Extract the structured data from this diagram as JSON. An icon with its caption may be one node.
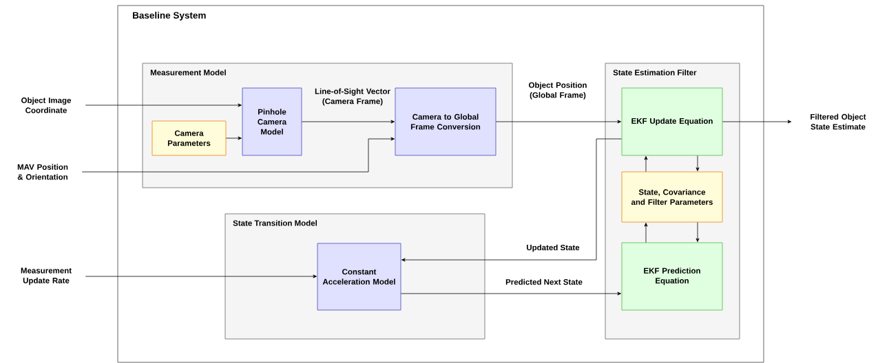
{
  "diagram": {
    "nodes": [
      {
        "text": [
          "Baseline System"
        ]
      },
      {
        "text": [
          "Measurement Model"
        ],
        "in": 0
      },
      {
        "text": [
          "Camera Parameters"
        ],
        "in": 1
      },
      {
        "text": [
          "Pinhole Camera Model"
        ],
        "in": 1
      },
      {
        "text": [
          "Camera to Global Frame Conversion"
        ],
        "in": 1
      },
      {
        "text": [
          "State Transition Model"
        ],
        "in": 0
      },
      {
        "text": [
          "Constant Acceleration Model"
        ],
        "in": 5
      },
      {
        "text": [
          "State Estimation Filter"
        ],
        "in": 0
      },
      {
        "text": [
          "EKF Update Equation"
        ],
        "in": 7
      },
      {
        "text": [
          "State, Covariance and Filter Parameters"
        ],
        "in": 7
      },
      {
        "text": [
          "EKF Prediction Equation"
        ],
        "in": 7
      },
      {
        "text": [
          "Object Image Coordinate"
        ]
      },
      {
        "text": [
          "MAV Position & Orientation"
        ]
      },
      {
        "text": [
          "Measurement Update Rate"
        ]
      },
      {
        "text": [
          "Filtered Object State Estimate"
        ]
      }
    ],
    "edges": [
      {
        "from": 11,
        "to": 3,
        "arrow": "to"
      },
      {
        "from": 2,
        "to": 3,
        "arrow": "to"
      },
      {
        "from": 12,
        "to": 4,
        "arrow": "to"
      },
      {
        "from": 3,
        "to": 4,
        "arrow": "to",
        "label": "Line-of-Sight Vector (Camera Frame)"
      },
      {
        "from": 4,
        "to": 8,
        "arrow": "to",
        "label": "Object Position (Global Frame)"
      },
      {
        "from": 8,
        "to": 14,
        "arrow": "to"
      },
      {
        "from": 8,
        "to": 6,
        "arrow": "to",
        "label": "Updated State"
      },
      {
        "from": 13,
        "to": 6,
        "arrow": "to"
      },
      {
        "from": 6,
        "to": 10,
        "arrow": "to",
        "label": "Predicted Next State"
      },
      {
        "from": 9,
        "to": 8,
        "arrow": "to"
      },
      {
        "from": 8,
        "to": 9,
        "arrow": "to"
      },
      {
        "from": 10,
        "to": 9,
        "arrow": "to"
      },
      {
        "from": 9,
        "to": 10,
        "arrow": "to"
      }
    ]
  }
}
